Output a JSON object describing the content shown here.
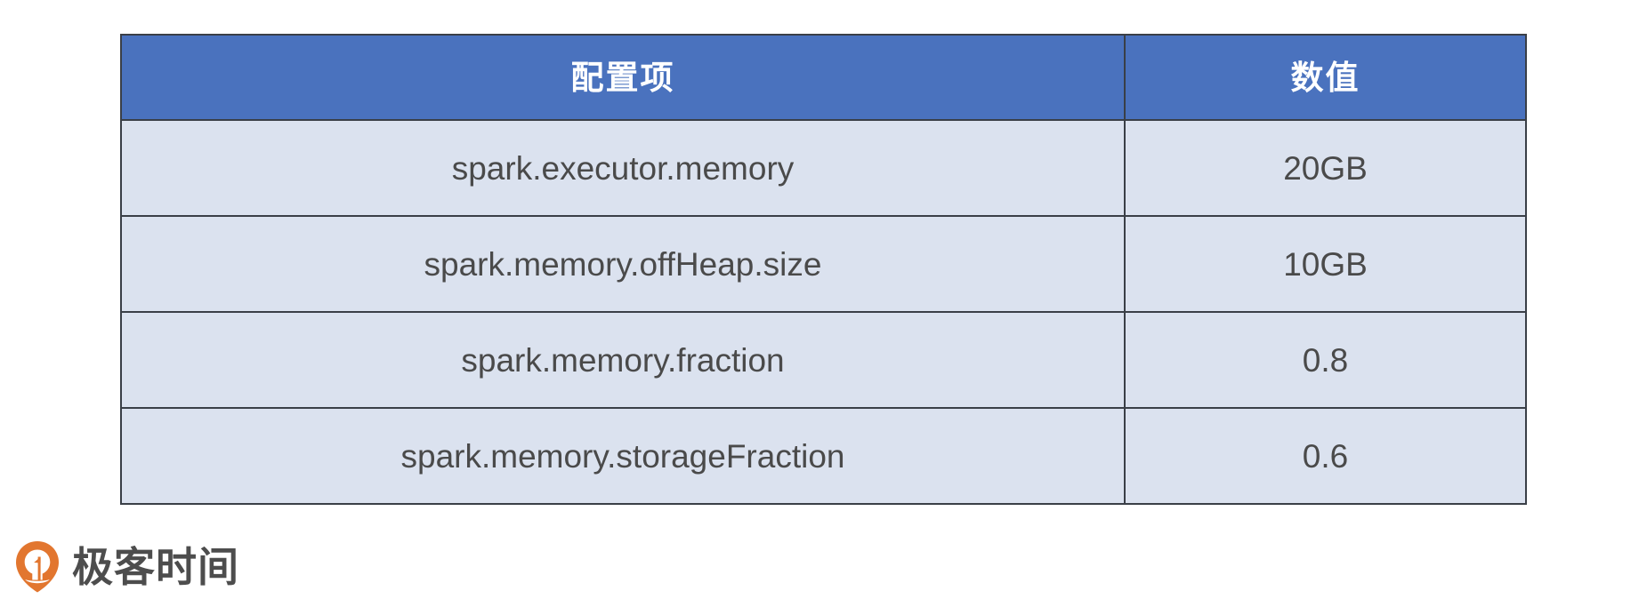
{
  "table": {
    "headers": [
      {
        "label": "配置项"
      },
      {
        "label": "数值"
      }
    ],
    "rows": [
      {
        "key": "spark.executor.memory",
        "value": "20GB"
      },
      {
        "key": "spark.memory.offHeap.size",
        "value": "10GB"
      },
      {
        "key": "spark.memory.fraction",
        "value": "0.8"
      },
      {
        "key": "spark.memory.storageFraction",
        "value": "0.6"
      }
    ]
  },
  "branding": {
    "logo_icon": "geektime-pin-icon",
    "name": "极客时间"
  },
  "colors": {
    "header_background": "#4a72be",
    "header_text": "#ffffff",
    "row_background": "#dbe2ef",
    "row_text": "#4a4a4a",
    "grid_line": "#3a3f47",
    "page_background": "#ffffff",
    "logo_orange": "#e2762f",
    "logo_text": "#4d4d4d"
  }
}
